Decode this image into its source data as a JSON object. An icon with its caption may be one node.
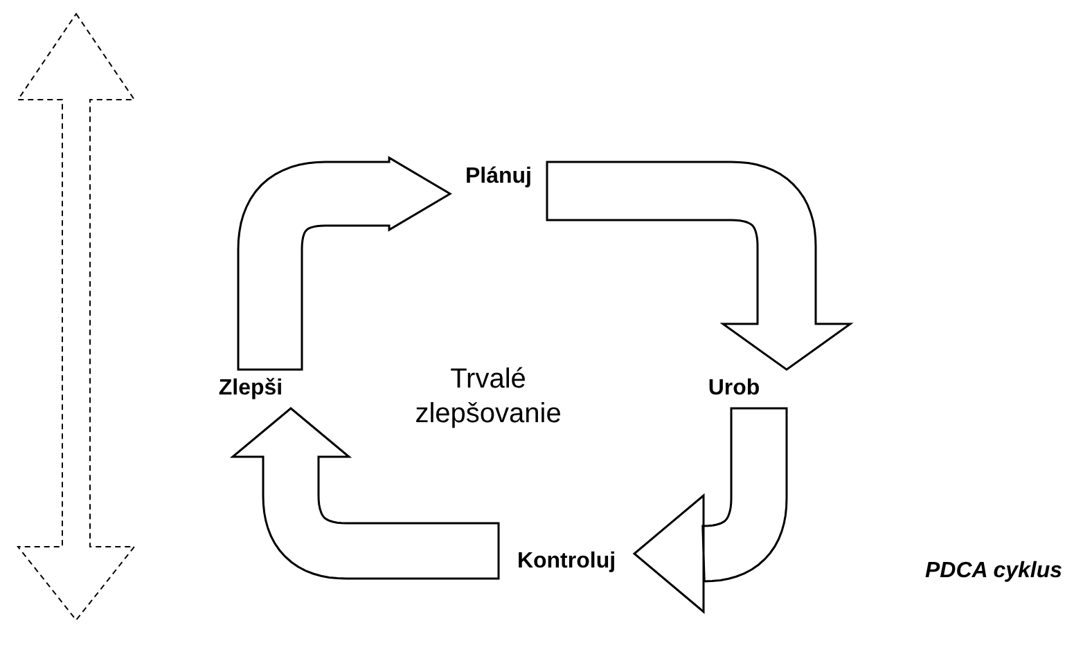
{
  "diagram": {
    "nodes": [
      {
        "text": [
          "Plánuj"
        ]
      },
      {
        "text": [
          "Urob"
        ]
      },
      {
        "text": [
          "Kontroluj"
        ]
      },
      {
        "text": [
          "Zlepši"
        ]
      }
    ],
    "edges": [
      {
        "from": 3,
        "to": 0,
        "arrow": "to"
      },
      {
        "from": 0,
        "to": 1,
        "arrow": "to"
      },
      {
        "from": 1,
        "to": 2,
        "arrow": "to"
      },
      {
        "from": 2,
        "to": 3,
        "arrow": "to"
      }
    ],
    "labels": [
      "Trvalé zlepšovanie",
      "PDCA cyklus"
    ]
  }
}
